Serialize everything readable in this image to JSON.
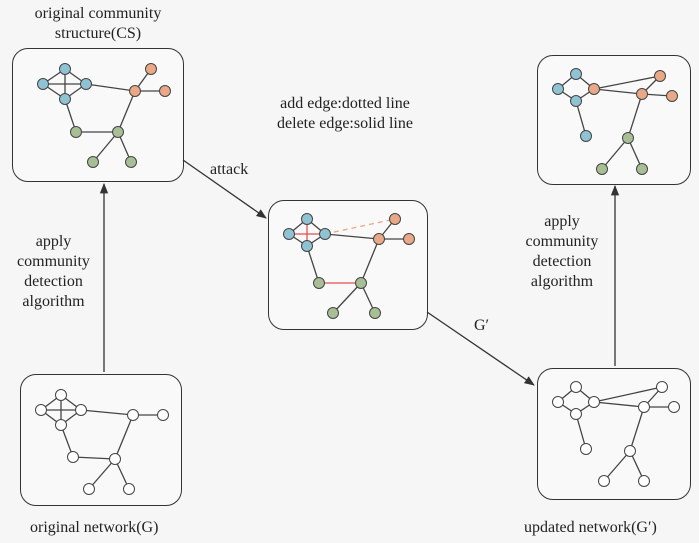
{
  "labels": {
    "original_cs_line1": "original community",
    "original_cs_line2": "structure(CS)",
    "legend_line1": "add edge:dotted line",
    "legend_line2": "delete edge:solid line",
    "attack": "attack",
    "apply_left": [
      "apply",
      "community",
      "detection",
      "algorithm"
    ],
    "apply_right": [
      "apply",
      "community",
      "detection",
      "algorithm"
    ],
    "g_prime": "G′",
    "original_network": "original network(G)",
    "updated_network": "updated network(G′)"
  },
  "colors": {
    "blue_node": "#8fc3d4",
    "orange_node": "#e9a888",
    "green_node": "#a8bf95",
    "white_node": "#ffffff",
    "edge": "#444444",
    "deleted_edge": "#e05050",
    "added_edge": "#e9a888"
  }
}
